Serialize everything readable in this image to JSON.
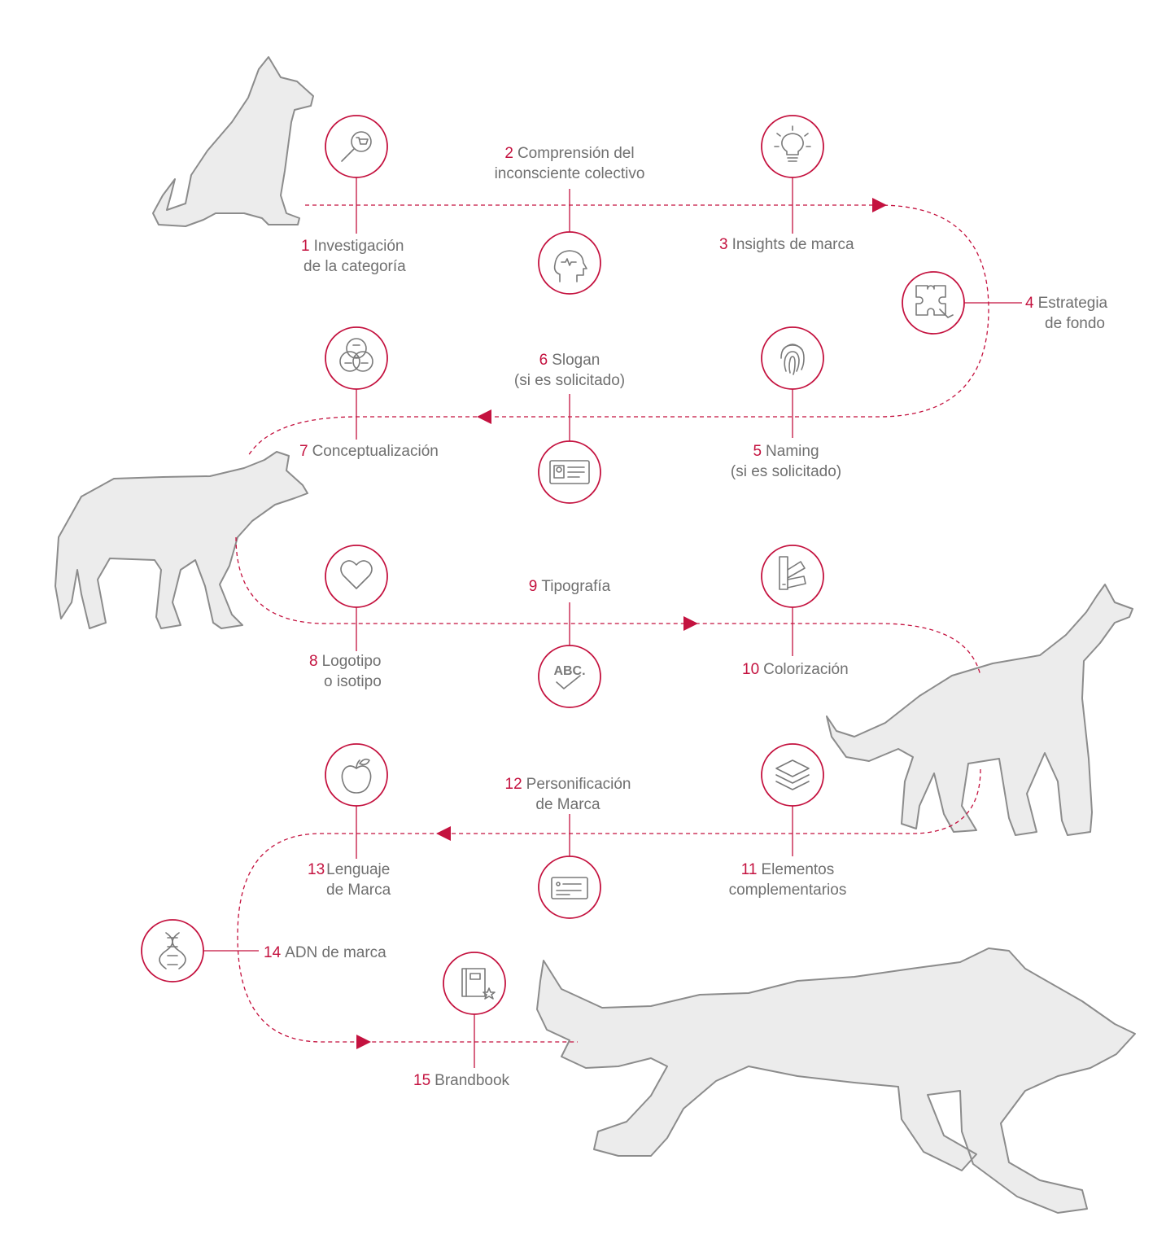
{
  "colors": {
    "accent": "#c4123f",
    "text": "#707070",
    "silhouette": "#ececec",
    "outline": "#8c8c8c"
  },
  "steps": [
    {
      "num": "1",
      "lines": [
        "Investigación",
        "de la categoría"
      ],
      "icon": "magnifier-cart-icon"
    },
    {
      "num": "2",
      "lines": [
        "Comprensión del",
        "inconsciente colectivo"
      ],
      "icon": "head-pulse-icon"
    },
    {
      "num": "3",
      "lines": [
        "Insights de marca"
      ],
      "icon": "lightbulb-icon"
    },
    {
      "num": "4",
      "lines": [
        "Estrategia",
        "de fondo"
      ],
      "icon": "puzzle-icon"
    },
    {
      "num": "5",
      "lines": [
        "Naming",
        "(si es solicitado)"
      ],
      "icon": "fingerprint-icon"
    },
    {
      "num": "6",
      "lines": [
        "Slogan",
        "(si es solicitado)"
      ],
      "icon": "id-card-icon"
    },
    {
      "num": "7",
      "lines": [
        "Conceptualización"
      ],
      "icon": "venn-diagram-icon"
    },
    {
      "num": "8",
      "lines": [
        "Logotipo",
        "o isotipo"
      ],
      "icon": "heart-icon"
    },
    {
      "num": "9",
      "lines": [
        "Tipografía"
      ],
      "icon": "abc-check-icon"
    },
    {
      "num": "10",
      "lines": [
        "Colorización"
      ],
      "icon": "color-swatch-icon"
    },
    {
      "num": "11",
      "lines": [
        "Elementos",
        "complementarios"
      ],
      "icon": "layers-icon"
    },
    {
      "num": "12",
      "lines": [
        "Personificación",
        "de Marca"
      ],
      "icon": "card-icon"
    },
    {
      "num": "13",
      "lines": [
        "Lenguaje",
        "de Marca"
      ],
      "icon": "apple-icon"
    },
    {
      "num": "14",
      "lines": [
        "ADN de marca"
      ],
      "icon": "dna-icon"
    },
    {
      "num": "15",
      "lines": [
        "Brandbook"
      ],
      "icon": "book-star-icon"
    }
  ]
}
